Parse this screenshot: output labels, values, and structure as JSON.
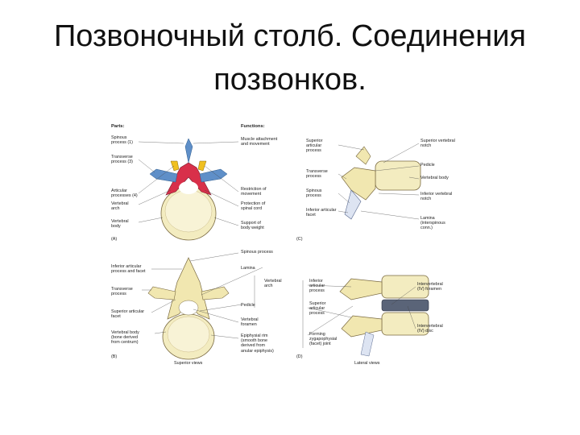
{
  "slide": {
    "title_line1": "Позвоночный столб. Соединения",
    "title_line2": "позвонков."
  },
  "figure": {
    "panelA": {
      "heading_parts": "Parts:",
      "heading_functions": "Functions:",
      "spinous": "Spinous\nprocess (1)",
      "transverse": "Transverse\nprocess (3)",
      "articular": "Articular\nprocesses (4)",
      "arch": "Vertebral\narch",
      "body": "Vertebral\nbody",
      "f_muscle": "Muscle attachment\nand movement",
      "f_restriction": "Restriction of\nmovement",
      "f_protection": "Protection of\nspinal cord",
      "f_support": "Support of\nbody weight",
      "tag": "(A)"
    },
    "panelB": {
      "inferior": "Inferior articular\nprocess and facet",
      "transverse": "Transverse\nprocess",
      "superior": "Superior articular\nfacet",
      "body": "Vertebral body\n(bone derived\nfrom centrum)",
      "spinous": "Spinous process",
      "lamina": "Lamina",
      "arch": "Vertebral\narch",
      "pedicle": "Pedicle",
      "foramen": "Vertebral\nforamen",
      "epiphysial": "Epiphysial rim\n(smooth bone\nderived from\nanular epiphysis)",
      "tag": "(B)",
      "caption": "Superior views"
    },
    "panelC": {
      "superior_articular": "Superior\narticular\nprocess",
      "transverse": "Transverse\nprocess",
      "spinous": "Spinous\nprocess",
      "inferior_facet": "Inferior articular\nfacet",
      "sup_notch": "Superior vertebral\nnotch",
      "pedicle": "Pedicle",
      "body": "Vertebral body",
      "inf_notch": "Inferior vertebral\nnotch",
      "lamina": "Lamina\n(interspinous\nconn.)",
      "tag": "(C)"
    },
    "panelD": {
      "inferior": "Inferior\narticular\nprocess",
      "superior": "Superior\narticular\nprocess",
      "forming": "Forming\nzygapophysial\n(facet) joint",
      "iv_foramen": "Intervertebral\n(IV) foramen",
      "iv_disc": "Intervertebral\n(IV) disc",
      "tag": "(D)",
      "caption": "Lateral views"
    }
  }
}
